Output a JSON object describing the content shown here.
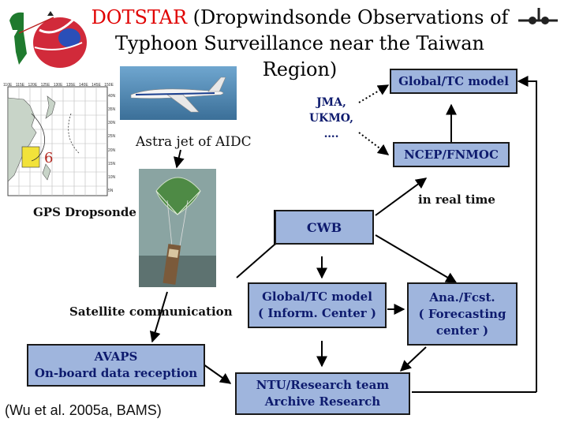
{
  "title": {
    "acronym": "DOTSTAR",
    "rest": " (Dropwindsonde Observations of Typhoon Surveillance near the Taiwan Region)"
  },
  "map": {
    "marker_label": "6",
    "lon_ticks": [
      "110E",
      "115E",
      "120E",
      "125E",
      "130E",
      "135E",
      "140E",
      "145E",
      "150E"
    ],
    "lat_ticks": [
      "40N",
      "35N",
      "30N",
      "25N",
      "20N",
      "15N",
      "10N",
      "5N"
    ]
  },
  "labels": {
    "astra_jet": "Astra jet of AIDC",
    "gps_dropsonde": "GPS Dropsonde",
    "satellite": "Satellite communication",
    "jma": "JMA,\nUKMO,\n….",
    "real_time": "in real time",
    "citation": "(Wu et al. 2005a, BAMS)"
  },
  "boxes": {
    "global_tc": "Global/TC model",
    "ncep": "NCEP/FNMOC",
    "cwb": "CWB",
    "global_inform": "Global/TC model\n( Inform. Center )",
    "ana_fcst": "Ana./Fcst.\n( Forecasting\ncenter )",
    "avaps": "AVAPS\nOn-board data reception",
    "ntu": "NTU/Research team\nArchive Research"
  },
  "colors": {
    "box_fill": "#9fb5dd",
    "box_text": "#0e1b6e",
    "acronym": "#e00000",
    "arrow": "#000000"
  }
}
